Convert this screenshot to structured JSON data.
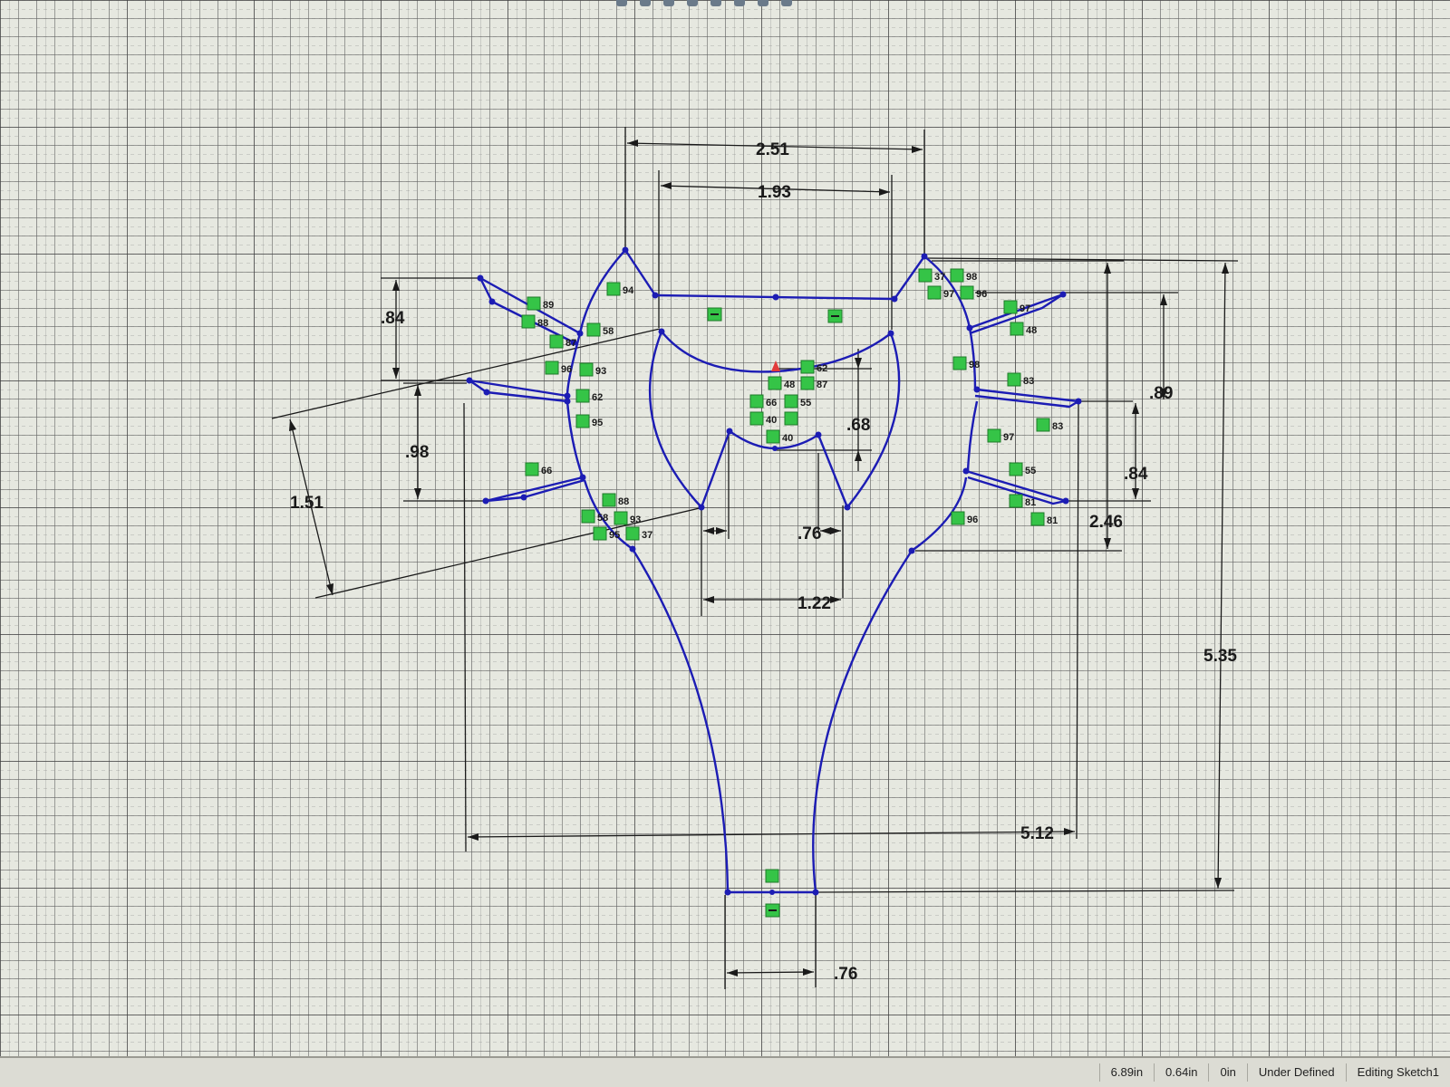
{
  "colors": {
    "sketch": "#1c1cb4",
    "dimension": "#1a1a1a",
    "relation": "#35c447",
    "origin": "#e23a3a"
  },
  "dimensions": {
    "top_width": "2.51",
    "inner_width": "1.93",
    "left_spike_upper": ".84",
    "left_spike_gap": ".98",
    "left_angle": "1.51",
    "notch_depth": ".68",
    "notch_width": ".76",
    "notch_base": "1.22",
    "right_spike_span": ".89",
    "right_spike_lower": ".84",
    "right_height": "2.46",
    "overall_width": "5.12",
    "overall_height": "5.35",
    "stem_width": ".76"
  },
  "relation_labels": {
    "r1": "89",
    "r2": "88",
    "r3": "87",
    "r4": "58",
    "r5": "94",
    "r6": "96",
    "r7": "93",
    "r8": "62",
    "r9": "95",
    "r10": "66",
    "r11": "88",
    "r12": "58",
    "r13": "93",
    "r14": "95",
    "r15": "37",
    "r16": "62",
    "r17": "48",
    "r18": "87",
    "r19": "66",
    "r20": "55",
    "r21": "40",
    "r22": "40",
    "r23": "37",
    "r24": "98",
    "r25": "97",
    "r26": "96",
    "r27": "97",
    "r28": "48",
    "r29": "98",
    "r30": "83",
    "r31": "83",
    "r32": "97",
    "r33": "55",
    "r34": "81",
    "r35": "81",
    "r36": "96"
  },
  "status": {
    "x": "6.89in",
    "y": "0.64in",
    "z": "0in",
    "state": "Under Defined",
    "mode": "Editing Sketch1"
  }
}
